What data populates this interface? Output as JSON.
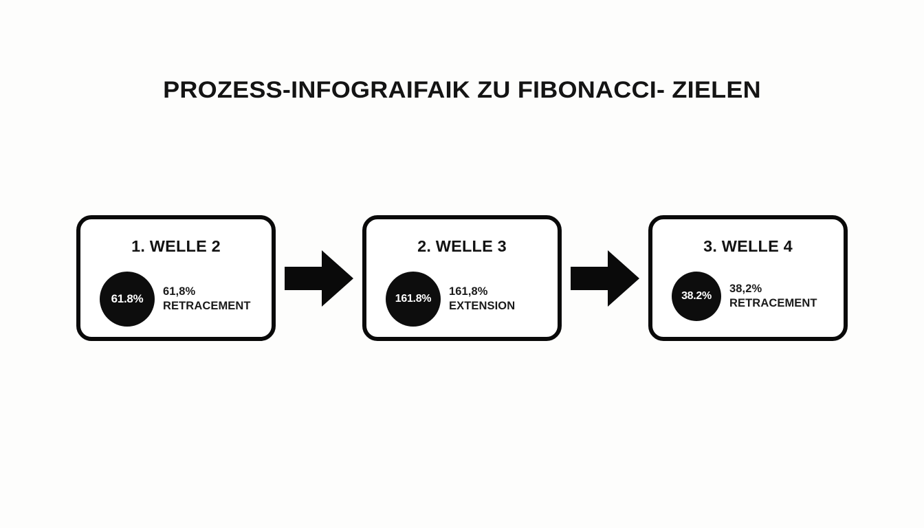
{
  "page": {
    "title": "PROZESS-INFOGRAIFAIK ZU FIBONACCI- ZIELEN",
    "background_color": "#fdfdfc",
    "ink_color": "#0d0d0d"
  },
  "flow": {
    "arrow_icon_name": "arrow-right-icon",
    "steps": [
      {
        "heading": "1. WELLE 2",
        "badge_value": "61.8%",
        "label_value": "61,8%",
        "label_kind": "RETRACEMENT"
      },
      {
        "heading": "2. WELLE 3",
        "badge_value": "161.8%",
        "label_value": "161,8%",
        "label_kind": "EXTENSION"
      },
      {
        "heading": "3. WELLE 4",
        "badge_value": "38.2%",
        "label_value": "38,2%",
        "label_kind": "RETRACEMENT"
      }
    ],
    "connectors": [
      {
        "from": "1. WELLE 2",
        "to": "2. WELLE 3"
      },
      {
        "from": "2. WELLE 3",
        "to": "3. WELLE 4"
      }
    ]
  }
}
